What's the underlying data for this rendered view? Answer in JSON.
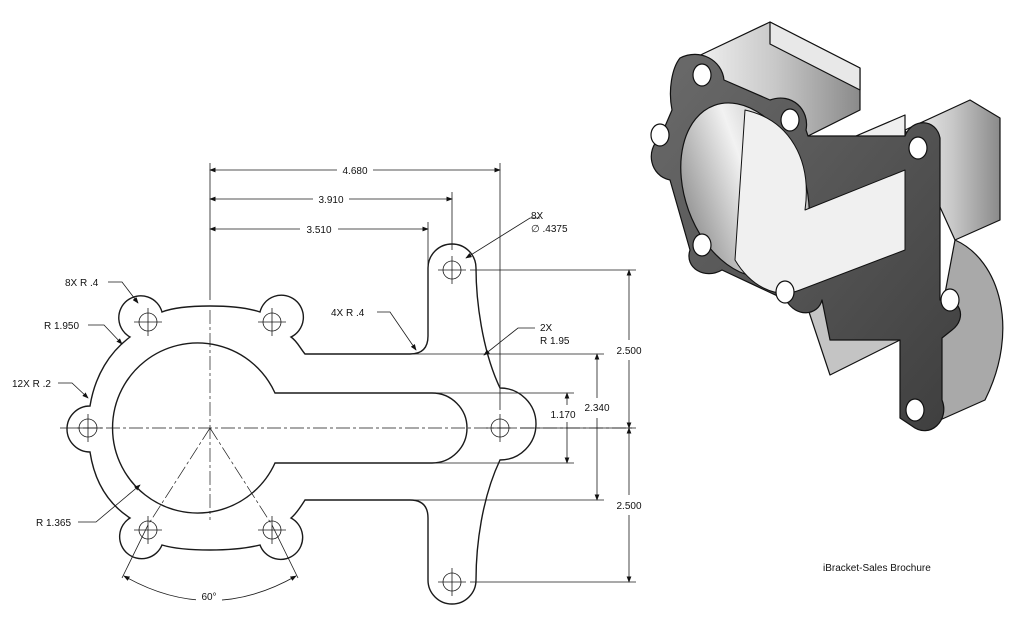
{
  "dimensions": {
    "d1": "4.680",
    "d2": "3.910",
    "d3": "3.510",
    "d4": "2.500",
    "d5": "2.340",
    "d6": "1.170",
    "d7": "2.500"
  },
  "callouts": {
    "holes_count": "8X",
    "holes_dia": "∅ .4375",
    "r8x": "8X  R .4",
    "r1950": "R 1.950",
    "r12x": "12X  R .2",
    "r4x": "4X  R .4",
    "r2x_count": "2X",
    "r2x_val": "R 1.95",
    "r1365": "R 1.365",
    "angle": "60°"
  },
  "caption": "iBracket-Sales Brochure"
}
